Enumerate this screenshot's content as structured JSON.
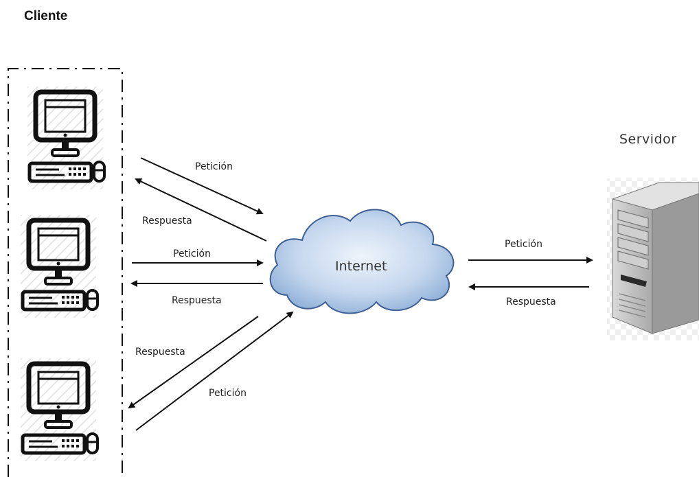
{
  "client_label": "Cliente",
  "server_label": "Servidor",
  "cloud_label": "Internet",
  "request_label": "Petición",
  "response_label": "Respuesta",
  "colors": {
    "stroke": "#111111",
    "cloud_fill_center": "#eef4fb",
    "cloud_fill_edge": "#8fb0d8",
    "cloud_stroke": "#3d5f93",
    "server_body": "#bdbdbd",
    "server_side": "#8c8c8c"
  },
  "icons": [
    "desktop-computer-icon",
    "server-tower-icon",
    "cloud-icon"
  ]
}
